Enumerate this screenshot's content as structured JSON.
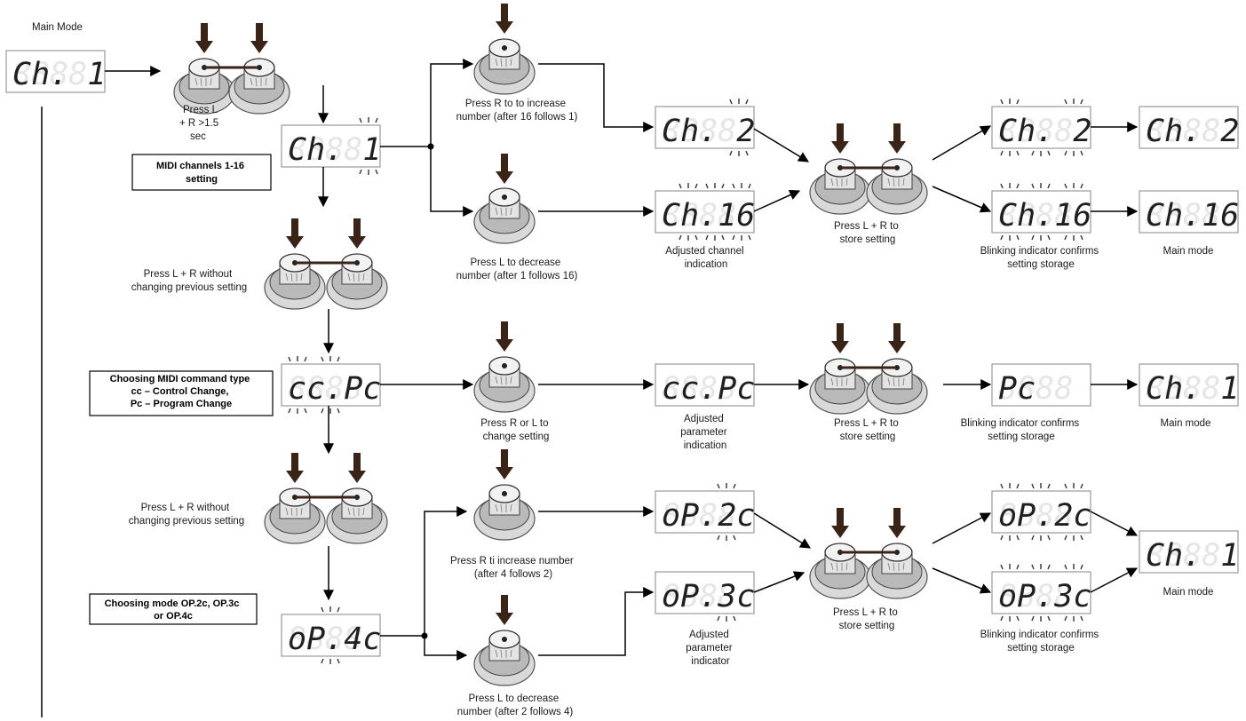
{
  "title": "Main Mode",
  "displays": {
    "d_main": "Ch.  1",
    "d_ch1": "Ch.  1",
    "d_ch2": "Ch.  2",
    "d_ch16": "Ch.16",
    "d_ch2b": "Ch.  2",
    "d_ch16b": "Ch.16",
    "d_ch2c": "Ch.  2",
    "d_ch16c": "Ch.16",
    "d_ccpc": "cc.Pc",
    "d_ccpc2": "cc.Pc",
    "d_pc": "  Pc",
    "d_ch1b": "Ch.  1",
    "d_op2c": "oP.2c",
    "d_op3c": "oP.3c",
    "d_op2cb": "oP.2c",
    "d_op3cb": "oP.3c",
    "d_ch1c": "Ch.  1",
    "d_op4c": "oP.4c"
  },
  "boxes": {
    "midi_channels": [
      "MIDI channels 1-16",
      "setting"
    ],
    "command_type": [
      "Choosing MIDI command type",
      "cc – Control Change,",
      "Pc – Program Change"
    ],
    "mode": [
      "Choosing mode OP.2c, OP.3c",
      "or OP.4c"
    ]
  },
  "captions": {
    "press_lr_hold": [
      "Press L",
      "+ R >1.5",
      "sec"
    ],
    "press_r_increase": [
      "Press R to to increase",
      "number (after 16 follows 1)"
    ],
    "press_l_decrease": [
      "Press L to decrease",
      "number (after 1 follows 16)"
    ],
    "adjusted_channel": [
      "Adjusted channel",
      "indication"
    ],
    "store1": [
      "Press L + R to",
      "store setting"
    ],
    "blink1": [
      "Blinking indicator confirms",
      "setting storage"
    ],
    "main1": "Main mode",
    "press_lr_nochange1": [
      "Press L + R without",
      "changing previous setting"
    ],
    "press_r_or_l": [
      "Press R or L to",
      "change setting"
    ],
    "adjusted_param": [
      "Adjusted",
      "parameter",
      "indication"
    ],
    "store2": [
      "Press L + R to",
      "store setting"
    ],
    "blink2": [
      "Blinking indicator confirms",
      "setting storage"
    ],
    "main2": "Main mode",
    "press_lr_nochange2": [
      "Press L + R without",
      "changing previous setting"
    ],
    "press_r_ti": [
      "Press R ti increase number",
      "(after 4 follows 2)"
    ],
    "press_l_decrease2": [
      "Press L to decrease",
      "number (after 2 follows 4)"
    ],
    "adjusted_param2": [
      "Adjusted",
      "parameter",
      "indicator"
    ],
    "store3": [
      "Press L + R to",
      "store setting"
    ],
    "blink3": [
      "Blinking indicator confirms",
      "setting storage"
    ],
    "main3": "Main mode"
  },
  "colors": {
    "line": "#000000",
    "display_border": "#9a9a9a",
    "segment_on": "#1f1f1f",
    "segment_off": "#e6e6e6",
    "pedal": "#cfcfcf"
  }
}
